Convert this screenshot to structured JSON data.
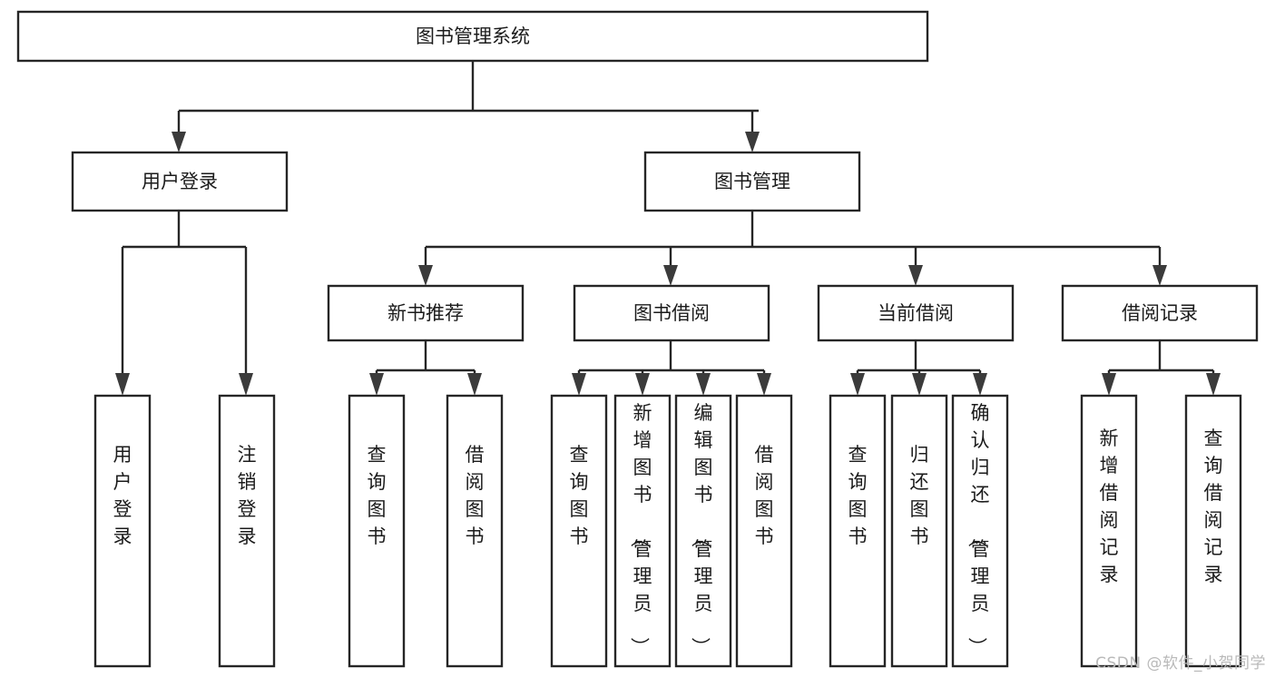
{
  "diagram": {
    "title": "图书管理系统",
    "type": "tree-hierarchy-chart",
    "watermark": "CSDN @软件_小贺同学",
    "root": {
      "id": "root",
      "label": "图书管理系统",
      "orientation": "horizontal"
    },
    "level2": [
      {
        "id": "user-login",
        "label": "用户登录",
        "orientation": "horizontal"
      },
      {
        "id": "book-manage",
        "label": "图书管理",
        "orientation": "horizontal"
      }
    ],
    "level3": [
      {
        "id": "new-book-rec",
        "label": "新书推荐",
        "orientation": "horizontal",
        "parent": "book-manage"
      },
      {
        "id": "book-borrow",
        "label": "图书借阅",
        "orientation": "horizontal",
        "parent": "book-manage"
      },
      {
        "id": "current-borrow",
        "label": "当前借阅",
        "orientation": "horizontal",
        "parent": "book-manage"
      },
      {
        "id": "borrow-record",
        "label": "借阅记录",
        "orientation": "horizontal",
        "parent": "book-manage"
      }
    ],
    "leaves": [
      {
        "id": "leaf-user-login",
        "label": "用户登录",
        "parent": "user-login",
        "orientation": "vertical"
      },
      {
        "id": "leaf-logout",
        "label": "注销登录",
        "parent": "user-login",
        "orientation": "vertical"
      },
      {
        "id": "leaf-query-book-1",
        "label": "查询图书",
        "parent": "new-book-rec",
        "orientation": "vertical"
      },
      {
        "id": "leaf-borrow-book-1",
        "label": "借阅图书",
        "parent": "new-book-rec",
        "orientation": "vertical"
      },
      {
        "id": "leaf-query-book-2",
        "label": "查询图书",
        "parent": "book-borrow",
        "orientation": "vertical"
      },
      {
        "id": "leaf-add-book",
        "label": "新增图书（管理员）",
        "parent": "book-borrow",
        "orientation": "vertical"
      },
      {
        "id": "leaf-edit-book",
        "label": "编辑图书（管理员）",
        "parent": "book-borrow",
        "orientation": "vertical"
      },
      {
        "id": "leaf-borrow-book-2",
        "label": "借阅图书",
        "parent": "book-borrow",
        "orientation": "vertical"
      },
      {
        "id": "leaf-query-book-3",
        "label": "查询图书",
        "parent": "current-borrow",
        "orientation": "vertical"
      },
      {
        "id": "leaf-return-book",
        "label": "归还图书",
        "parent": "current-borrow",
        "orientation": "vertical"
      },
      {
        "id": "leaf-confirm-return",
        "label": "确认归还（管理员）",
        "parent": "current-borrow",
        "orientation": "vertical"
      },
      {
        "id": "leaf-add-record",
        "label": "新增借阅记录",
        "parent": "borrow-record",
        "orientation": "vertical"
      },
      {
        "id": "leaf-query-record",
        "label": "查询借阅记录",
        "parent": "borrow-record",
        "orientation": "vertical"
      }
    ],
    "colors": {
      "node_stroke": "#262626",
      "node_fill": "#ffffff",
      "text": "#1b1b1b",
      "watermark": "#b9b9b9",
      "background": "#ffffff"
    }
  }
}
